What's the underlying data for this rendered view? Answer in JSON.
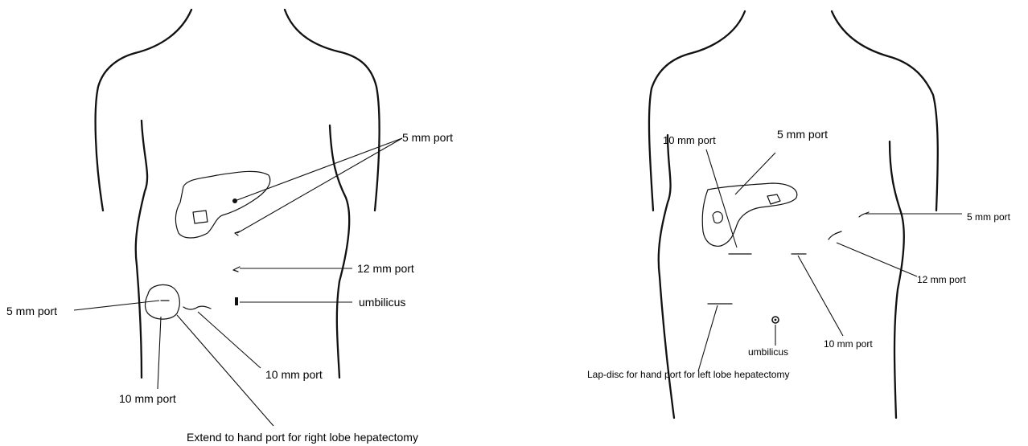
{
  "left_diagram": {
    "labels": {
      "port_5mm_top": "5 mm port",
      "port_12mm": "12 mm port",
      "umbilicus": "umbilicus",
      "port_5mm_left": "5 mm port",
      "port_10mm_right": "10 mm port",
      "port_10mm_bottom": "10 mm port",
      "hand_port_note": "Extend to hand port for right lobe hepatectomy"
    }
  },
  "right_diagram": {
    "labels": {
      "port_10mm_top": "10 mm port",
      "port_5mm_top": "5 mm port",
      "port_5mm_right": "5 mm port",
      "port_12mm": "12 mm port",
      "port_10mm_lower": "10 mm port",
      "umbilicus": "umbilicus",
      "hand_port_note": "Lap-disc for hand port for left lobe hepatectomy"
    }
  }
}
